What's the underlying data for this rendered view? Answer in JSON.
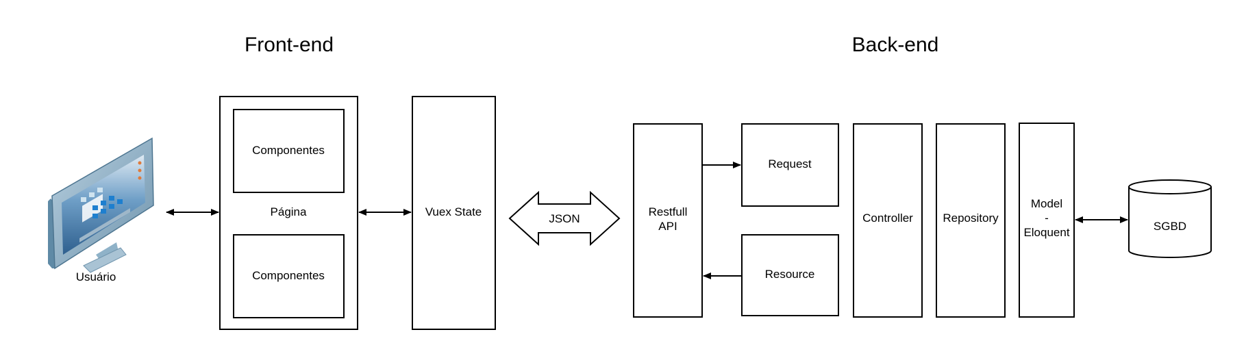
{
  "headers": {
    "frontend": "Front-end",
    "backend": "Back-end"
  },
  "nodes": {
    "user": "Usuário",
    "page": "Página",
    "component_top": "Componentes",
    "component_bottom": "Componentes",
    "vuex": "Vuex State",
    "json": "JSON",
    "api_line1": "Restfull",
    "api_line2": "API",
    "request": "Request",
    "resource": "Resource",
    "controller": "Controller",
    "repository": "Repository",
    "model_line1": "Model",
    "model_line2": "-",
    "model_line3": "Eloquent",
    "db": "SGBD"
  },
  "colors": {
    "monitor_frame": "#8fb2c8",
    "monitor_screen": "#3a6f9e",
    "stroke": "#000000"
  }
}
